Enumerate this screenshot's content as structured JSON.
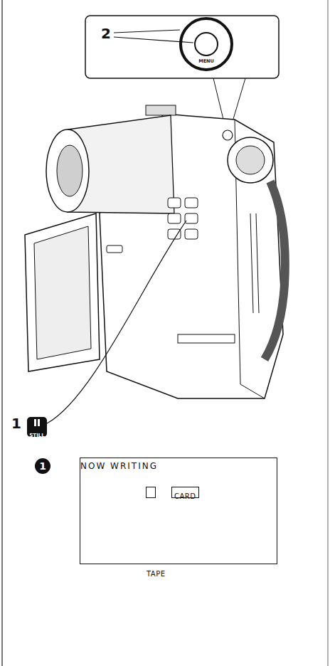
{
  "diagram": {
    "nodes": [
      {
        "text": [
          "STILL"
        ]
      },
      {
        "text": [
          "1"
        ]
      },
      {
        "text": [
          "NOW WRITING"
        ]
      },
      {
        "text": [
          "TAPE"
        ],
        "in": 2
      },
      {
        "text": [
          "CARD"
        ],
        "in": 2
      }
    ],
    "edges": [
      {
        "from": 3,
        "to": 4,
        "arrow": "to"
      }
    ],
    "labels": [
      "2",
      "MENU",
      "1"
    ]
  }
}
